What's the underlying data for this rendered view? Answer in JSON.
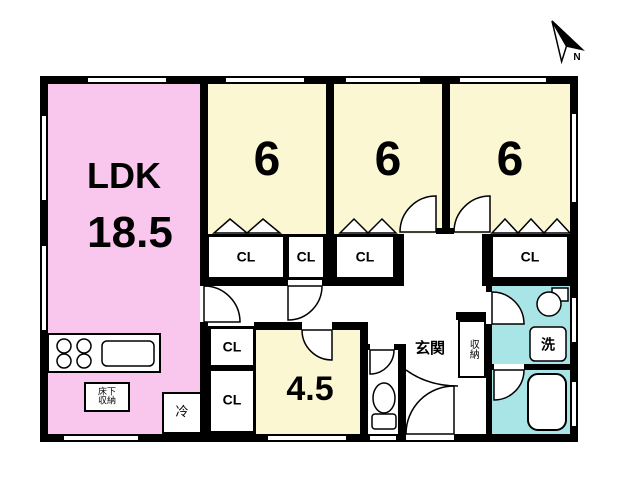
{
  "compass": {
    "label": "N"
  },
  "rooms": {
    "ldk": {
      "name": "LDK",
      "size": "18.5"
    },
    "bedrooms": [
      {
        "size": "6"
      },
      {
        "size": "6"
      },
      {
        "size": "6"
      }
    ],
    "western_room": {
      "size": "4.5"
    },
    "entrance": {
      "label": "玄関"
    },
    "hall_storage": {
      "label": "収納"
    },
    "laundry": {
      "label": "洗"
    },
    "refrigerator": {
      "label": "冷"
    },
    "underfloor_storage": {
      "line1": "床下",
      "line2": "収納"
    }
  },
  "closets": [
    "CL",
    "CL",
    "CL",
    "CL",
    "CL",
    "CL"
  ],
  "colors": {
    "ldk_pink": "#f9c6ee",
    "room_yellow": "#fbf7d2",
    "bath_cyan": "#a9e5e6",
    "wall_black": "#000000"
  }
}
